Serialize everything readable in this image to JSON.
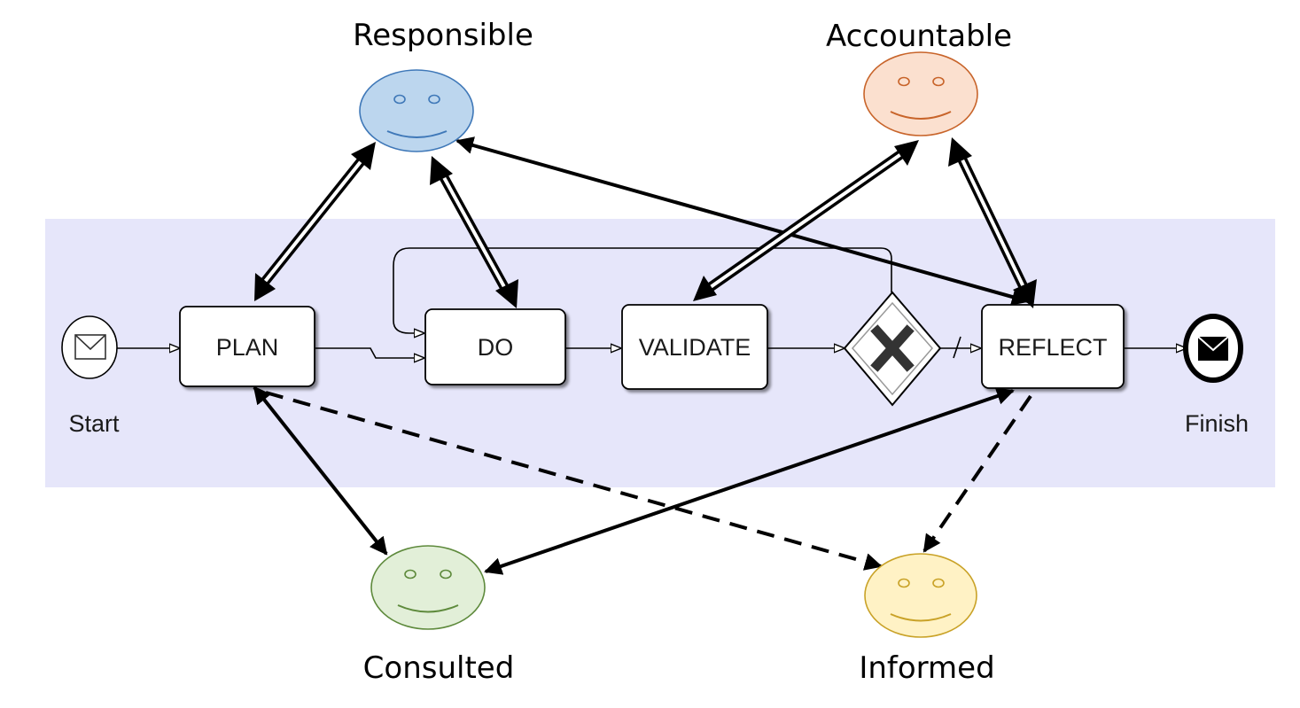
{
  "roles": {
    "responsible": {
      "label": "Responsible",
      "fill": "#bcd6ee",
      "stroke": "#3f78b8",
      "face": "#3f78b8"
    },
    "accountable": {
      "label": "Accountable",
      "fill": "#fbe0cf",
      "stroke": "#c8642a",
      "face": "#c8642a"
    },
    "consulted": {
      "label": "Consulted",
      "fill": "#e2efd8",
      "stroke": "#5e8a3c",
      "face": "#5e8a3c"
    },
    "informed": {
      "label": "Informed",
      "fill": "#fff2c5",
      "stroke": "#c9a227",
      "face": "#c9a227"
    }
  },
  "process": {
    "lane_color": "#e6e6fa",
    "start_label": "Start",
    "finish_label": "Finish",
    "tasks": {
      "plan": "PLAN",
      "do": "DO",
      "validate": "VALIDATE",
      "reflect": "REFLECT"
    },
    "gateway_icon": "exclusive-gateway-x-icon",
    "start_icon": "envelope-icon",
    "finish_icon": "filled-envelope-icon"
  }
}
